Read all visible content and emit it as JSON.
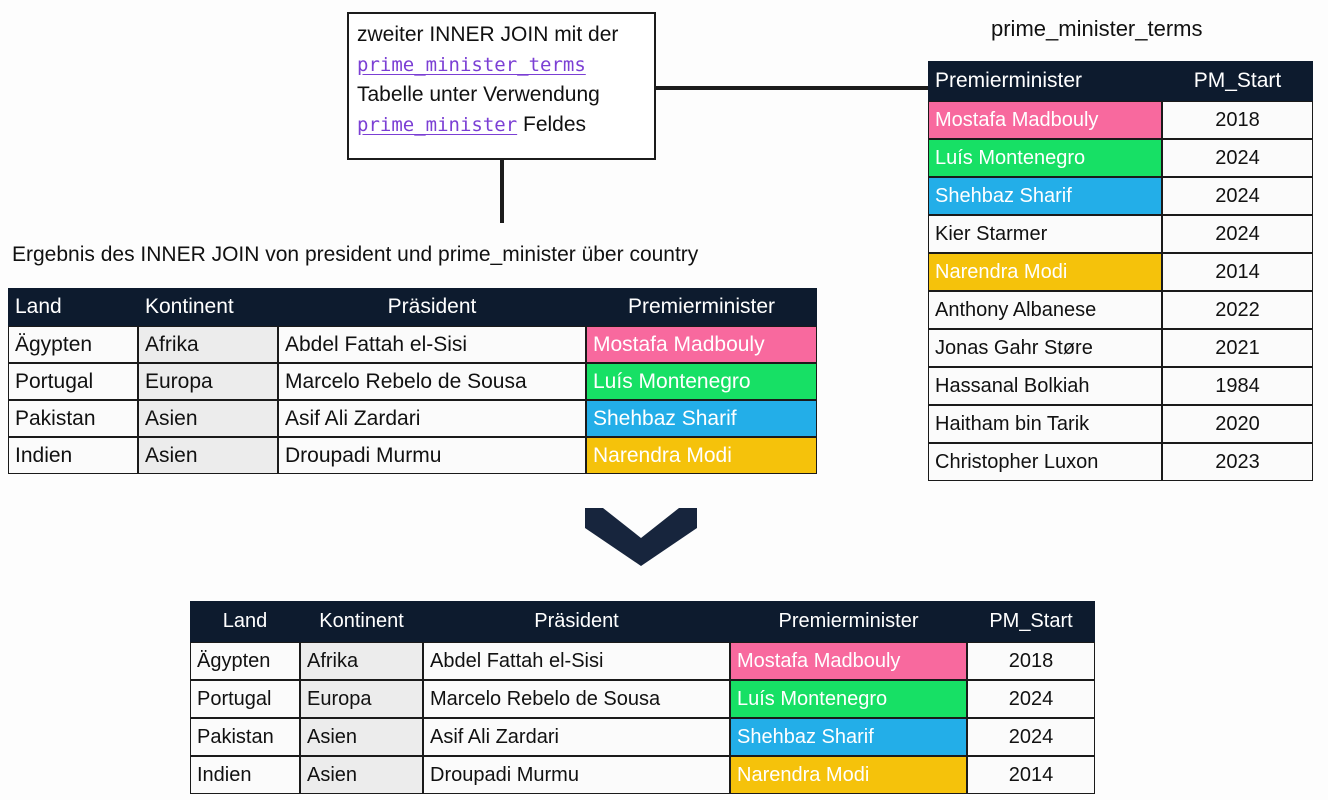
{
  "callout": {
    "line1": "zweiter INNER JOIN mit der",
    "line2_code": "prime_minister_terms",
    "line3": "Tabelle unter Verwendung",
    "line4_code": "prime_minister",
    "line4_rest": " Feldes"
  },
  "captions": {
    "right_table": "prime_minister_terms",
    "middle_table": "Ergebnis des INNER JOIN von president und prime_minister über country"
  },
  "colors": {
    "header_bg": "#0d1b2e",
    "pink": "#f8699e",
    "green": "#17e065",
    "blue": "#23aee8",
    "amber": "#f5c20b",
    "code_purple": "#7b3fd4",
    "cell_alt": "#ececec",
    "page_bg": "#fdfdfd"
  },
  "middle_table": {
    "columns": [
      "Land",
      "Kontinent",
      "Präsident",
      "Premierminister"
    ],
    "rows": [
      {
        "land": "Ägypten",
        "kontinent": "Afrika",
        "praesident": "Abdel Fattah el-Sisi",
        "pm": "Mostafa Madbouly",
        "pm_color": "#f8699e"
      },
      {
        "land": "Portugal",
        "kontinent": "Europa",
        "praesident": "Marcelo Rebelo de Sousa",
        "pm": "Luís Montenegro",
        "pm_color": "#17e065"
      },
      {
        "land": "Pakistan",
        "kontinent": "Asien",
        "praesident": "Asif Ali Zardari",
        "pm": "Shehbaz Sharif",
        "pm_color": "#23aee8"
      },
      {
        "land": "Indien",
        "kontinent": "Asien",
        "praesident": "Droupadi Murmu",
        "pm": "Narendra Modi",
        "pm_color": "#f5c20b"
      }
    ]
  },
  "right_table": {
    "columns": [
      "Premierminister",
      "PM_Start"
    ],
    "rows": [
      {
        "pm": "Mostafa Madbouly",
        "start": "2018",
        "pm_color": "#f8699e"
      },
      {
        "pm": "Luís Montenegro",
        "start": "2024",
        "pm_color": "#17e065"
      },
      {
        "pm": "Shehbaz Sharif",
        "start": "2024",
        "pm_color": "#23aee8"
      },
      {
        "pm": "Kier Starmer",
        "start": "2024",
        "pm_color": ""
      },
      {
        "pm": "Narendra Modi",
        "start": "2014",
        "pm_color": "#f5c20b"
      },
      {
        "pm": "Anthony Albanese",
        "start": "2022",
        "pm_color": ""
      },
      {
        "pm": "Jonas Gahr Støre",
        "start": "2021",
        "pm_color": ""
      },
      {
        "pm": "Hassanal Bolkiah",
        "start": "1984",
        "pm_color": ""
      },
      {
        "pm": "Haitham bin Tarik",
        "start": "2020",
        "pm_color": ""
      },
      {
        "pm": "Christopher Luxon",
        "start": "2023",
        "pm_color": ""
      }
    ]
  },
  "bottom_table": {
    "columns": [
      "Land",
      "Kontinent",
      "Präsident",
      "Premierminister",
      "PM_Start"
    ],
    "rows": [
      {
        "land": "Ägypten",
        "kontinent": "Afrika",
        "praesident": "Abdel Fattah el-Sisi",
        "pm": "Mostafa Madbouly",
        "start": "2018",
        "pm_color": "#f8699e"
      },
      {
        "land": "Portugal",
        "kontinent": "Europa",
        "praesident": "Marcelo Rebelo de Sousa",
        "pm": "Luís Montenegro",
        "start": "2024",
        "pm_color": "#17e065"
      },
      {
        "land": "Pakistan",
        "kontinent": "Asien",
        "praesident": "Asif Ali Zardari",
        "pm": "Shehbaz Sharif",
        "start": "2024",
        "pm_color": "#23aee8"
      },
      {
        "land": "Indien",
        "kontinent": "Asien",
        "praesident": "Droupadi Murmu",
        "pm": "Narendra Modi",
        "start": "2014",
        "pm_color": "#f5c20b"
      }
    ]
  },
  "icons": {
    "chevron": "chevron-down-icon"
  }
}
